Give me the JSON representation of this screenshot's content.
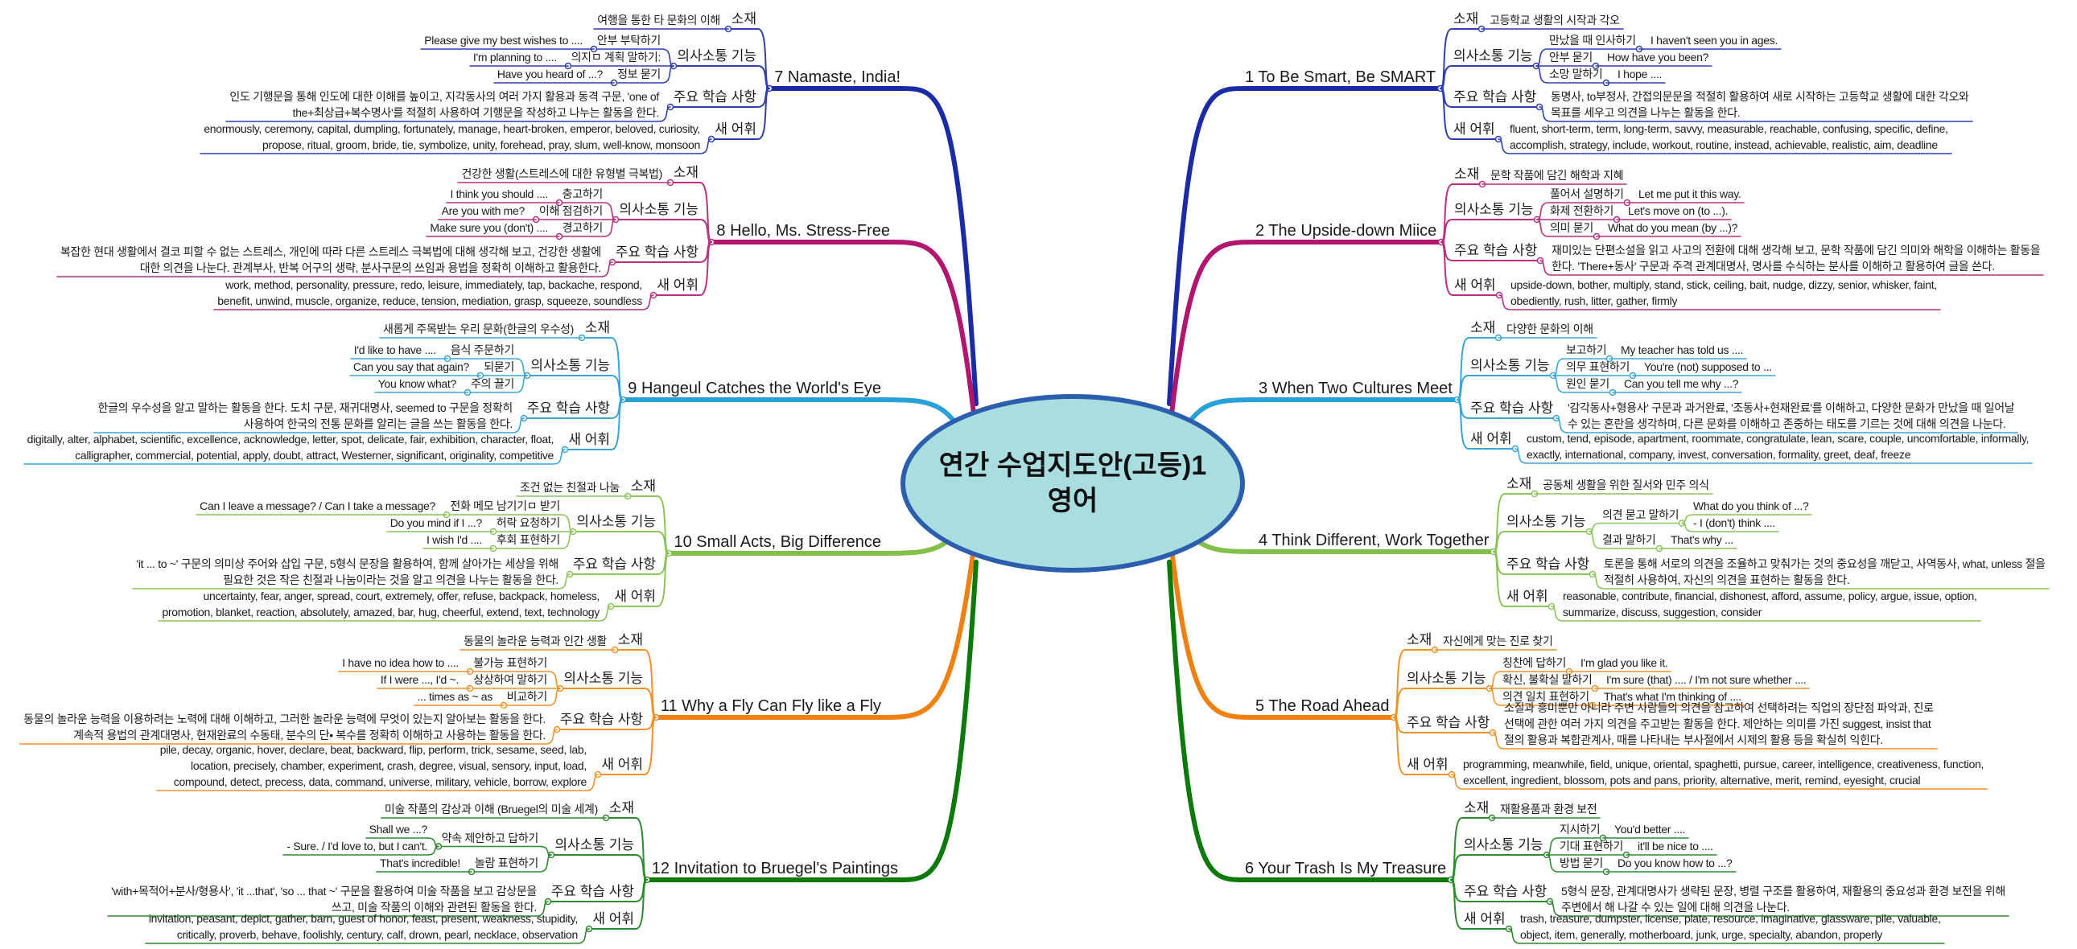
{
  "center": {
    "title_line1": "연간 수업지도안(고등)1",
    "title_line2": "영어"
  },
  "categories": {
    "topic": "소재",
    "functions": "의사소통 기능",
    "key_points": "주요 학습 사항",
    "vocab": "새 어휘"
  },
  "colors": {
    "blue": "#2f3fae",
    "magenta": "#b8307e",
    "sky": "#3aa6d6",
    "lime": "#8cc45a",
    "orange": "#f0922a",
    "green": "#2e8a2e",
    "trunk_blue": "#1b2aa6",
    "trunk_magenta": "#b3146d",
    "trunk_sky": "#28a0d8",
    "trunk_lime": "#82c04a",
    "trunk_orange": "#f08010",
    "trunk_green": "#0b7a0b",
    "center_fill": "#a9dde0",
    "center_border": "#2b5fae"
  },
  "units": [
    {
      "title": "1 To Be Smart, Be SMART",
      "color": "#2f3fae",
      "trunk": "#1b2aa6",
      "topic": "고등학교 생활의 시작과 각오",
      "functions": [
        {
          "label": "만났을 때 인사하기",
          "phrases": [
            "I haven't seen you in ages."
          ]
        },
        {
          "label": "안부 묻기",
          "phrases": [
            "How have you been?"
          ]
        },
        {
          "label": "소망 말하기",
          "phrases": [
            "I hope ...."
          ]
        }
      ],
      "key_points": [
        "동명사, to부정사, 간접의문문을 적절히 활용하여 새로 시작하는 고등학교 생활에 대한 각오와",
        "목표를 세우고 의견을 나누는 활동을 한다."
      ],
      "vocab": [
        "fluent, short-term, term, long-term, savvy, measurable, reachable, confusing, specific, define,",
        "accomplish, strategy, include, workout, routine, instead, achievable, realistic, aim, deadline"
      ]
    },
    {
      "title": "2 The Upside-down Miice",
      "color": "#b8307e",
      "trunk": "#b3146d",
      "topic": "문학 작품에 담긴 해학과 지혜",
      "functions": [
        {
          "label": "풀어서 설명하기",
          "phrases": [
            "Let me put it this way."
          ]
        },
        {
          "label": "화제 전환하기",
          "phrases": [
            "Let's move on (to ...)."
          ]
        },
        {
          "label": "의미 묻기",
          "phrases": [
            "What do you mean (by ...)?"
          ]
        }
      ],
      "key_points": [
        "재미있는 단편소설을 읽고 사고의 전환에 대해 생각해 보고, 문학 작품에 담긴 의미와 해학을 이해하는 활동을",
        "한다. 'There+동사' 구문과 주격 관계대명사, 명사를 수식하는 분사를 이해하고 활용하여 글을 쓴다."
      ],
      "vocab": [
        "upside-down, bother, multiply, stand, stick, ceiling, bait, nudge, dizzy, senior, whisker, faint,",
        "obediently, rush, litter, gather, firmly"
      ]
    },
    {
      "title": "3 When Two Cultures Meet",
      "color": "#3aa6d6",
      "trunk": "#28a0d8",
      "topic": "다양한 문화의 이해",
      "functions": [
        {
          "label": "보고하기",
          "phrases": [
            "My teacher has told us ...."
          ]
        },
        {
          "label": "의무 표현하기",
          "phrases": [
            "You're (not) supposed to ..."
          ]
        },
        {
          "label": "원인 묻기",
          "phrases": [
            "Can you tell me why ...?"
          ]
        }
      ],
      "key_points": [
        "'감각동사+형용사' 구문과 과거완료, '조동사+현재완료'를 이해하고, 다양한 문화가 만났을 때 일어날",
        "수 있는 혼란을 생각하며, 다른 문화를 이해하고 존중하는 태도를 기르는 것에 대해 의견을 나눈다."
      ],
      "vocab": [
        "custom, tend, episode, apartment, roommate, congratulate, lean, scare, couple, uncomfortable, informally,",
        "exactly, international, company, invest, conversation, formality, greet, deaf, freeze"
      ]
    },
    {
      "title": "4 Think Different, Work Together",
      "color": "#8cc45a",
      "trunk": "#82c04a",
      "topic": "공동체 생활을 위한 질서와 민주 의식",
      "functions": [
        {
          "label": "의견 묻고 말하기",
          "phrases": [
            "What do you think of ...?",
            "- I (don't) think ...."
          ]
        },
        {
          "label": "결과 말하기",
          "phrases": [
            "That's why ..."
          ]
        }
      ],
      "key_points": [
        "토론을 통해 서로의 의견을 조율하고 맞춰가는 것의 중요성을 깨닫고, 사역동사, what, unless 절을",
        "적절히 사용하여, 자신의 의견을 표현하는 활동을 한다."
      ],
      "vocab": [
        "reasonable, contribute, financial, dishonest, afford, assume, policy, argue, issue, option,",
        "summarize, discuss, suggestion, consider"
      ]
    },
    {
      "title": "5 The Road Ahead",
      "color": "#f0922a",
      "trunk": "#f08010",
      "topic": "자신에게 맞는 진로 찾기",
      "functions": [
        {
          "label": "칭찬에 답하기",
          "phrases": [
            "I'm glad you like it."
          ]
        },
        {
          "label": "확신, 불확실 말하기",
          "phrases": [
            "I'm sure (that) .... / I'm not sure whether ...."
          ]
        },
        {
          "label": "의견 일치 표현하기",
          "phrases": [
            "That's what I'm thinking of ...."
          ]
        }
      ],
      "key_points": [
        "소질과 흥미뿐만 아니라 주변 사람들의 의견을 참고하여 선택하려는 직업의 장단점 파악과, 진로",
        "선택에 관한 여러 가지 의견을 주고받는 활동을 한다. 제안하는 의미를 가진 suggest, insist that",
        "절의 활용과 복합관계사, 때를 나타내는 부사절에서 시제의 활용 등을 확실히 익힌다."
      ],
      "vocab": [
        "programming, meanwhile, field, unique, oriental, spaghetti, pursue, career, intelligence, creativeness, function,",
        "excellent, ingredient, blossom, pots and pans, priority, alternative, merit, remind, eyesight, crucial"
      ]
    },
    {
      "title": "6 Your Trash Is My Treasure",
      "color": "#2e8a2e",
      "trunk": "#0b7a0b",
      "topic": "재활용품과 환경 보전",
      "functions": [
        {
          "label": "지시하기",
          "phrases": [
            "You'd better ...."
          ]
        },
        {
          "label": "기대 표현하기",
          "phrases": [
            "it'll be nice to ...."
          ]
        },
        {
          "label": "방법 묻기",
          "phrases": [
            "Do you know how to ...?"
          ]
        }
      ],
      "key_points": [
        "5형식 문장, 관계대명사가 생략된 문장, 병렬 구조를 활용하여, 재활용의 중요성과 환경 보전을 위해",
        "주변에서 해 나갈 수 있는 일에 대해 의견을 나눈다."
      ],
      "vocab": [
        "trash, treasure, dumpster, license, plate, resource, imaginative, glassware, pile, valuable,",
        "object, item, generally, motherboard, junk, urge, specialty, abandon, properly"
      ]
    },
    {
      "title": "7 Namaste,  India!",
      "color": "#2f3fae",
      "trunk": "#1b2aa6",
      "topic": "여행을 통한 타 문화의 이해",
      "functions": [
        {
          "label": "안부 부탁하기",
          "phrases": [
            "Please give my best wishes to ...."
          ]
        },
        {
          "label": "의지ㅁ 계획 말하기:",
          "phrases": [
            "I'm planning to ...."
          ]
        },
        {
          "label": "정보 묻기",
          "phrases": [
            "Have you heard of ...?"
          ]
        }
      ],
      "key_points": [
        "인도 기행문을 통해 인도에 대한 이해를 높이고, 지각동사의 여러 가지 활용과 동격 구문, 'one of",
        "the+최상급+복수명사'를 적절히 사용하여 기행문을 작성하고 나누는 활동을 한다."
      ],
      "vocab": [
        "enormously, ceremony, capital, dumpling, fortunately, manage, heart-broken, emperor, beloved, curiosity,",
        "propose, ritual, groom, bride, tie, symbolize, unity, forehead, pray, slum, well-know, monsoon"
      ]
    },
    {
      "title": "8 Hello, Ms. Stress-Free",
      "color": "#b8307e",
      "trunk": "#b3146d",
      "topic": "건강한 생활(스트레스에 대한 유형별 극복법)",
      "functions": [
        {
          "label": "충고하기",
          "phrases": [
            "I think you should ...."
          ]
        },
        {
          "label": "이해 점검하기",
          "phrases": [
            "Are you with me?"
          ]
        },
        {
          "label": "경고하기",
          "phrases": [
            "Make sure you (don't) ...."
          ]
        }
      ],
      "key_points": [
        "복잡한 현대 생활에서 결코 피할 수 없는 스트레스, 개인에 따라 다른 스트레스 극복법에 대해 생각해 보고, 건강한 생활에",
        "대한 의견을 나눈다. 관계부사, 반복 어구의 생략, 분사구문의 쓰임과 용법을 정확히 이해하고 활용한다."
      ],
      "vocab": [
        "work, method, personality, pressure, redo, leisure, immediately, tap, backache, respond,",
        "benefit, unwind, muscle, organize, reduce, tension, mediation, grasp, squeeze, soundless"
      ]
    },
    {
      "title": "9 Hangeul Catches the World's Eye",
      "color": "#3aa6d6",
      "trunk": "#28a0d8",
      "topic": "새롭게 주목받는 우리 문화(한글의 우수성)",
      "functions": [
        {
          "label": "음식 주문하기",
          "phrases": [
            "I'd like to have ...."
          ]
        },
        {
          "label": "되묻기",
          "phrases": [
            "Can you say that again?"
          ]
        },
        {
          "label": "주의 끌기",
          "phrases": [
            "You know what?"
          ]
        }
      ],
      "key_points": [
        "한글의 우수성을 알고 말하는 활동을 한다. 도치 구문, 재귀대명사, seemed to 구문을 정확히",
        "사용하여 한국의 전통 문화를 알리는 글을 쓰는 활동을 한다."
      ],
      "vocab": [
        "digitally, alter, alphabet, scientific, excellence, acknowledge, letter, spot, delicate, fair, exhibition, character, float,",
        "calligrapher, commercial, potential, apply, doubt, attract, Westerner, significant, originality, competitive"
      ]
    },
    {
      "title": "10 Small Acts, Big Difference",
      "color": "#8cc45a",
      "trunk": "#82c04a",
      "topic": "조건 없는 친절과 나눔",
      "functions": [
        {
          "label": "전화 메모 남기기ㅁ 받기",
          "phrases": [
            "Can I leave a message? / Can I take a message?"
          ]
        },
        {
          "label": "허락 요청하기",
          "phrases": [
            "Do you mind if I ...?"
          ]
        },
        {
          "label": "후회 표현하기",
          "phrases": [
            "I wish I'd ...."
          ]
        }
      ],
      "key_points": [
        "'it ... to ~' 구문의 의미상 주어와 삽입 구문, 5형식 문장을 활용하여, 함께 살아가는 세상을 위해",
        "필요한 것은 작은 친절과 나눔이라는 것을 알고 의견을 나누는 활동을 한다."
      ],
      "vocab": [
        "uncertainty, fear, anger, spread, court, extremely, offer, refuse, backpack, homeless,",
        "promotion, blanket, reaction, absolutely, amazed, bar, hug, cheerful, extend, text, technology"
      ]
    },
    {
      "title": "11 Why a Fly Can Fly like a Fly",
      "color": "#f0922a",
      "trunk": "#f08010",
      "topic": "동물의 놀라운 능력과 인간 생활",
      "functions": [
        {
          "label": "불가능 표현하기",
          "phrases": [
            "I have no idea how to ...."
          ]
        },
        {
          "label": "상상하여 말하기",
          "phrases": [
            "If I were ..., I'd ~."
          ]
        },
        {
          "label": "비교하기",
          "phrases": [
            "... times as ~ as"
          ]
        }
      ],
      "key_points": [
        "동물의 놀라운 능력을 이용하려는 노력에 대해 이해하고, 그러한 놀라운 능력에 무엇이 있는지 알아보는 활동을 한다.",
        "계속적 용법의 관계대명사, 현재완료의 수동태, 분수의 단• 복수를 정확히 이해하고 사용하는 활동을 한다."
      ],
      "vocab": [
        "pile, decay, organic, hover, declare, beat, backward, flip, perform, trick, sesame, seed, lab,",
        "location, precisely, chamber, experiment, crash, degree, visual, sensory, input, load,",
        "compound, detect, precess, data, command, universe, military, vehicle, borrow, explore"
      ]
    },
    {
      "title": "12 Invitation to Bruegel's Paintings",
      "color": "#2e8a2e",
      "trunk": "#0b7a0b",
      "topic": "미술 작품의 감상과 이해 (Bruegel의 미술 세계)",
      "functions": [
        {
          "label": "약속 제안하고 답하기",
          "phrases": [
            "Shall we ...?",
            "- Sure. /  I'd love to, but I can't."
          ]
        },
        {
          "label": "놀람 표현하기",
          "phrases": [
            "That's incredible!"
          ]
        }
      ],
      "key_points": [
        "'with+목적어+분사/형용사', 'it ...that', 'so ... that ~' 구문을 활용하여 미술 작품을 보고 감상문을",
        "쓰고, 미술 작품의 이해와 관련된 활동을 한다."
      ],
      "vocab": [
        "invitation, peasant, depict, gather, barn, guest of honor, feast, present, weakness, stupidity,",
        "critically, proverb, behave, foolishly, century, calf, drown, pearl, necklace, observation"
      ]
    }
  ]
}
